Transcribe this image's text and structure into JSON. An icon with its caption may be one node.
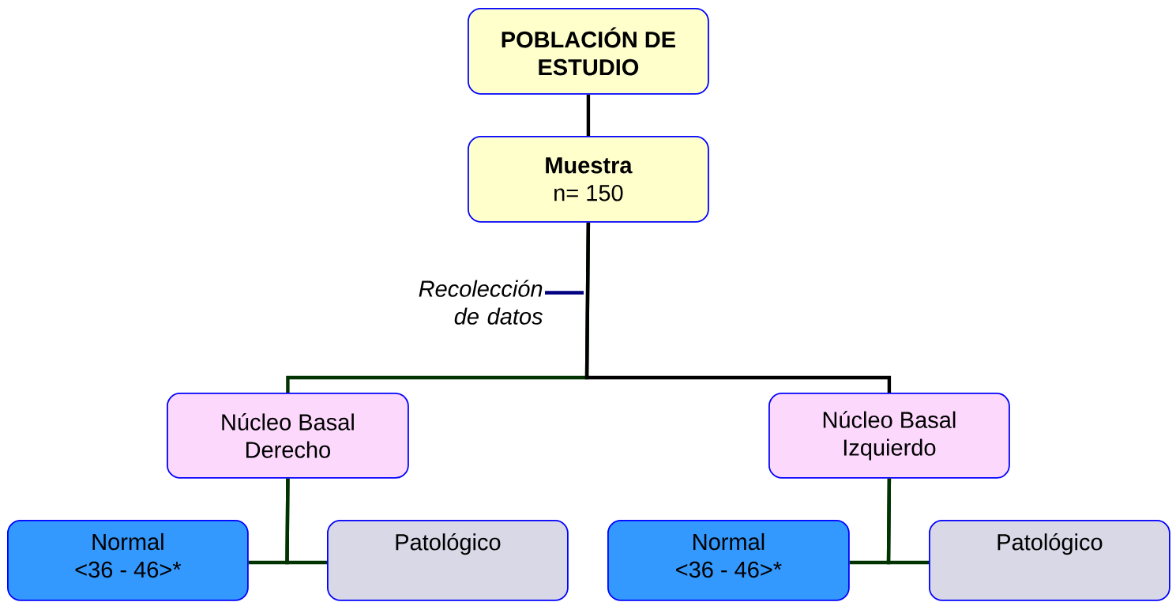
{
  "diagram": {
    "nodes": [
      {
        "text": [
          "POBLACIÓN DE ESTUDIO"
        ]
      },
      {
        "text": [
          "Muestra",
          "n= 150"
        ]
      },
      {
        "text": [
          "Núcleo Basal Derecho"
        ]
      },
      {
        "text": [
          "Núcleo Basal Izquierdo"
        ]
      },
      {
        "text": [
          "Normal",
          "<36 - 46>*"
        ]
      },
      {
        "text": [
          "Patológico"
        ]
      },
      {
        "text": [
          "Normal",
          "<36 - 46>*"
        ]
      },
      {
        "text": [
          "Patológico"
        ]
      },
      {
        "text": [
          "Recolección de datos"
        ]
      }
    ],
    "edges": [
      {
        "from": 0,
        "to": 1,
        "arrow": "none",
        "color": "#000000"
      },
      {
        "from": 1,
        "to": 2,
        "arrow": "none"
      },
      {
        "from": 1,
        "to": 3,
        "arrow": "none",
        "color": "#000000"
      },
      {
        "from": 2,
        "to": 4,
        "arrow": "none"
      },
      {
        "from": 2,
        "to": 5,
        "arrow": "none"
      },
      {
        "from": 3,
        "to": 6,
        "arrow": "none"
      },
      {
        "from": 3,
        "to": 7,
        "arrow": "none"
      },
      {
        "from": 8,
        "to": null,
        "arrow": "none",
        "color": "#000080"
      }
    ]
  }
}
